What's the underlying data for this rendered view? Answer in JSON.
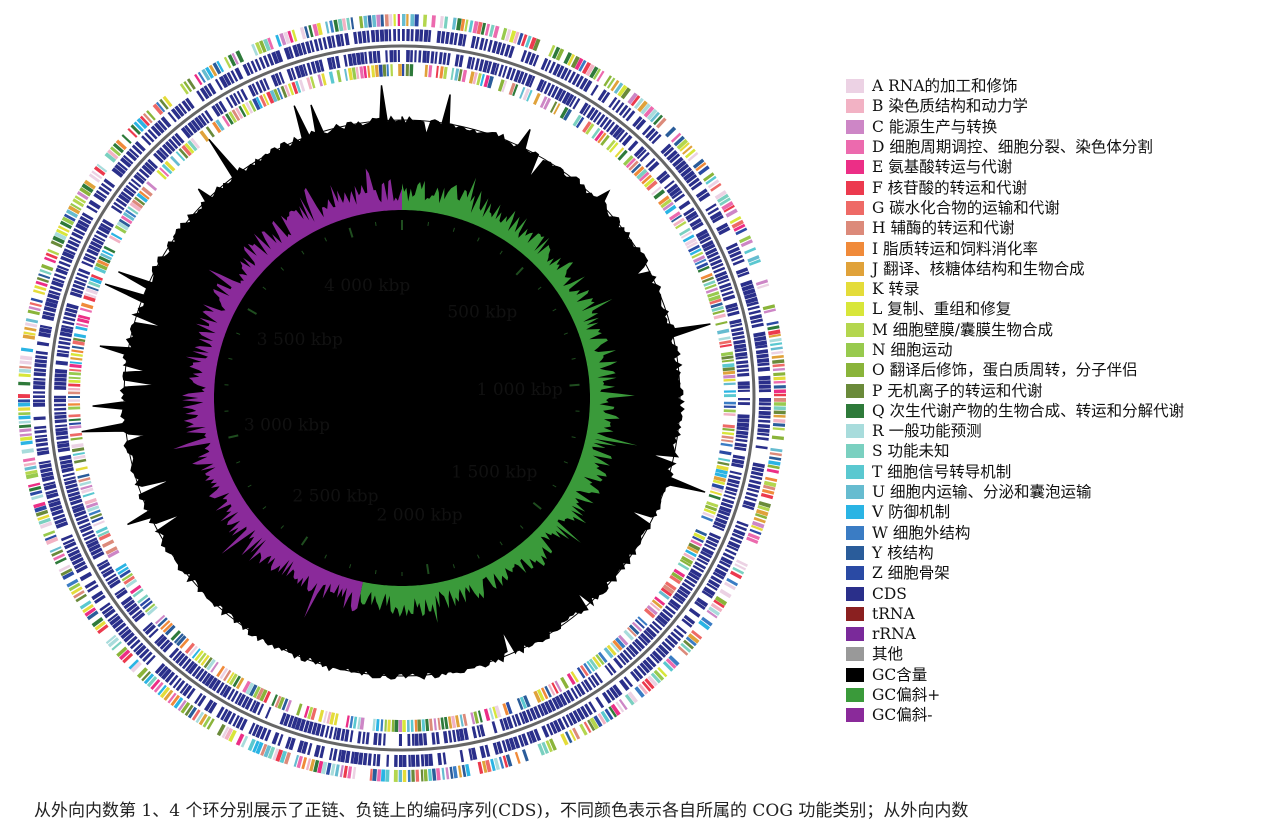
{
  "colors": {
    "gc_content": "#000000",
    "gc_skew_plus": "#3a9a3a",
    "gc_skew_minus": "#8a2a9a",
    "cds": "#2a2f8a",
    "backbone": "#666666",
    "tick": "#1f4d1f"
  },
  "scale_labels": [
    {
      "text": "4 000 kbp",
      "kbp": 4000
    },
    {
      "text": "500 kbp",
      "kbp": 500
    },
    {
      "text": "3 500 kbp",
      "kbp": 3500
    },
    {
      "text": "1 000 kbp",
      "kbp": 1000
    },
    {
      "text": "3 000 kbp",
      "kbp": 3000
    },
    {
      "text": "1 500 kbp",
      "kbp": 1500
    },
    {
      "text": "2 500 kbp",
      "kbp": 2500
    },
    {
      "text": "2 000 kbp",
      "kbp": 2000
    }
  ],
  "legend": [
    {
      "label": "A RNA的加工和修饰",
      "color": "#ecd2e4"
    },
    {
      "label": "B 染色质结构和动力学",
      "color": "#f2b2c4"
    },
    {
      "label": "C 能源生产与转换",
      "color": "#cd86c6"
    },
    {
      "label": "D 细胞周期调控、细胞分裂、染色体分割",
      "color": "#ec6aae"
    },
    {
      "label": "E 氨基酸转运与代谢",
      "color": "#ec2e86"
    },
    {
      "label": "F 核苷酸的转运和代谢",
      "color": "#ec3a4e"
    },
    {
      "label": "G 碳水化合物的运输和代谢",
      "color": "#ee6a66"
    },
    {
      "label": "H 辅酶的转运和代谢",
      "color": "#dc8a7a"
    },
    {
      "label": "I 脂质转运和饲料消化率",
      "color": "#f08a3a"
    },
    {
      "label": "J 翻译、核糖体结构和生物合成",
      "color": "#e0a23a"
    },
    {
      "label": "K 转录",
      "color": "#e4dc3a"
    },
    {
      "label": "L 复制、重组和修复",
      "color": "#d8e63a"
    },
    {
      "label": "M 细胞壁膜/囊膜生物合成",
      "color": "#b4d64e"
    },
    {
      "label": "N 细胞运动",
      "color": "#98ca4e"
    },
    {
      "label": "O 翻译后修饰，蛋白质周转，分子伴侣",
      "color": "#8ab43a"
    },
    {
      "label": "P 无机离子的转运和代谢",
      "color": "#6a8a3a"
    },
    {
      "label": "Q 次生代谢产物的生物合成、转运和分解代谢",
      "color": "#2e7a3a"
    },
    {
      "label": "R 一般功能预测",
      "color": "#a8dcdc"
    },
    {
      "label": "S 功能未知",
      "color": "#7ad0c0"
    },
    {
      "label": "T 细胞信号转导机制",
      "color": "#5ac8d0"
    },
    {
      "label": "U 细胞内运输、分泌和囊泡运输",
      "color": "#66bcd0"
    },
    {
      "label": "V 防御机制",
      "color": "#2ab4e4"
    },
    {
      "label": "W 细胞外结构",
      "color": "#3a7cc4"
    },
    {
      "label": "Y 核结构",
      "color": "#2a5c9a"
    },
    {
      "label": "Z 细胞骨架",
      "color": "#2a4aa4"
    },
    {
      "label": "CDS",
      "color": "#2a2f8a"
    },
    {
      "label": "tRNA",
      "color": "#8a2020"
    },
    {
      "label": "rRNA",
      "color": "#7a2a9a"
    },
    {
      "label": "其他",
      "color": "#999999"
    },
    {
      "label": "GC含量",
      "color": "#000000"
    },
    {
      "label": "GC偏斜+",
      "color": "#3a9a3a"
    },
    {
      "label": "GC偏斜-",
      "color": "#8a2a9a"
    }
  ],
  "caption": "从外向内数第 1、4 个环分别展示了正链、负链上的编码序列(CDS)，不同颜色表示各自所属的 COG 功能类别；从外向内数"
}
